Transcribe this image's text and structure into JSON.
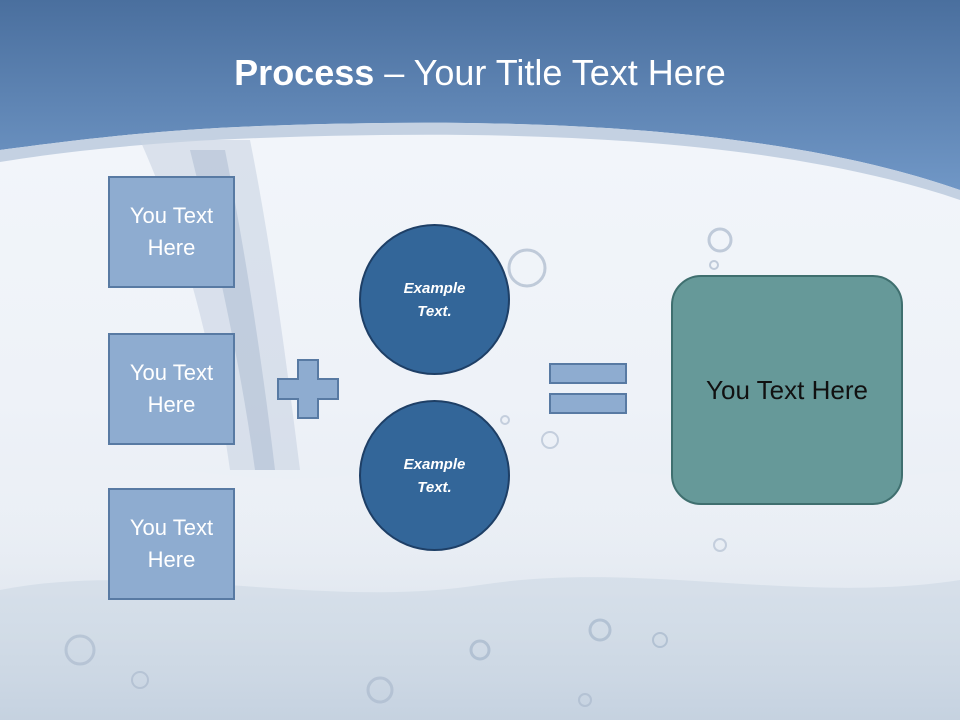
{
  "slide": {
    "title_bold": "Process",
    "title_rest": " – Your Title Text Here",
    "boxes": [
      {
        "label": "You Text Here"
      },
      {
        "label": "You Text Here"
      },
      {
        "label": "You Text Here"
      }
    ],
    "circles": [
      {
        "label": "Example Text."
      },
      {
        "label": "Example Text."
      }
    ],
    "result": {
      "label": "You Text Here"
    }
  },
  "colors": {
    "header_blue": "#5b82b4",
    "box_fill": "#8eacd0",
    "circle_fill": "#336699",
    "result_fill": "#669999"
  },
  "icons": [
    "plus-icon",
    "equals-icon"
  ]
}
